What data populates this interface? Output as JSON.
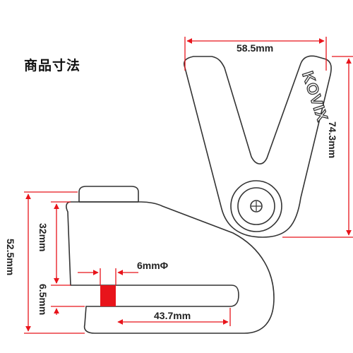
{
  "title": "商品寸法",
  "brand": "KOVIX",
  "dimensions": {
    "width": "58.5mm",
    "height_right": "74.3mm",
    "height_left_upper": "32mm",
    "height_left_total": "52.5mm",
    "gap": "6.5mm",
    "pin": "6mmΦ",
    "depth": "43.7mm"
  },
  "colors": {
    "dimension_line": "#e8141b",
    "outline": "#333333",
    "pin_fill": "#e8141b"
  }
}
